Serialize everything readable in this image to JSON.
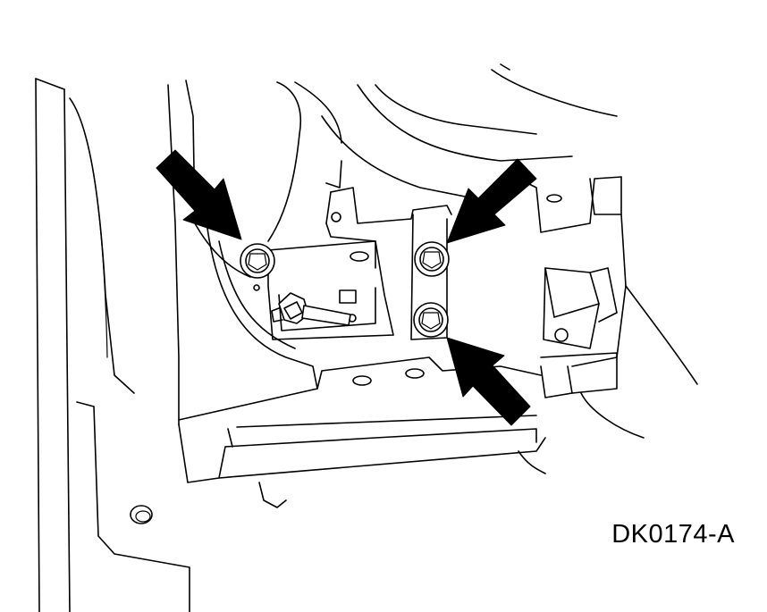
{
  "figure": {
    "code": "DK0174-A"
  },
  "callouts": {
    "count": 3,
    "arrow_color": "#000000",
    "fastener_type": "bolt"
  },
  "colors": {
    "line": "#000000",
    "background": "#ffffff"
  }
}
